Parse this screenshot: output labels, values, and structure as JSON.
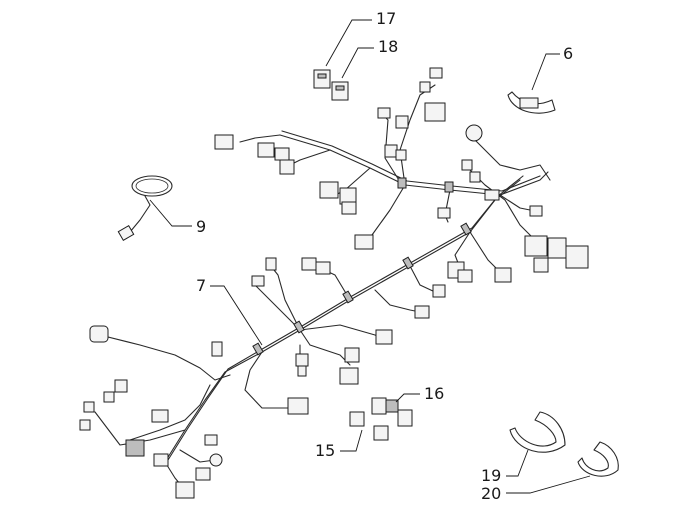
{
  "diagram": {
    "callouts": [
      {
        "id": "c17",
        "label": "17"
      },
      {
        "id": "c18",
        "label": "18"
      },
      {
        "id": "c6",
        "label": "6"
      },
      {
        "id": "c9",
        "label": "9"
      },
      {
        "id": "c7",
        "label": "7"
      },
      {
        "id": "c16",
        "label": "16"
      },
      {
        "id": "c15",
        "label": "15"
      },
      {
        "id": "c19",
        "label": "19"
      },
      {
        "id": "c20",
        "label": "20"
      }
    ]
  }
}
